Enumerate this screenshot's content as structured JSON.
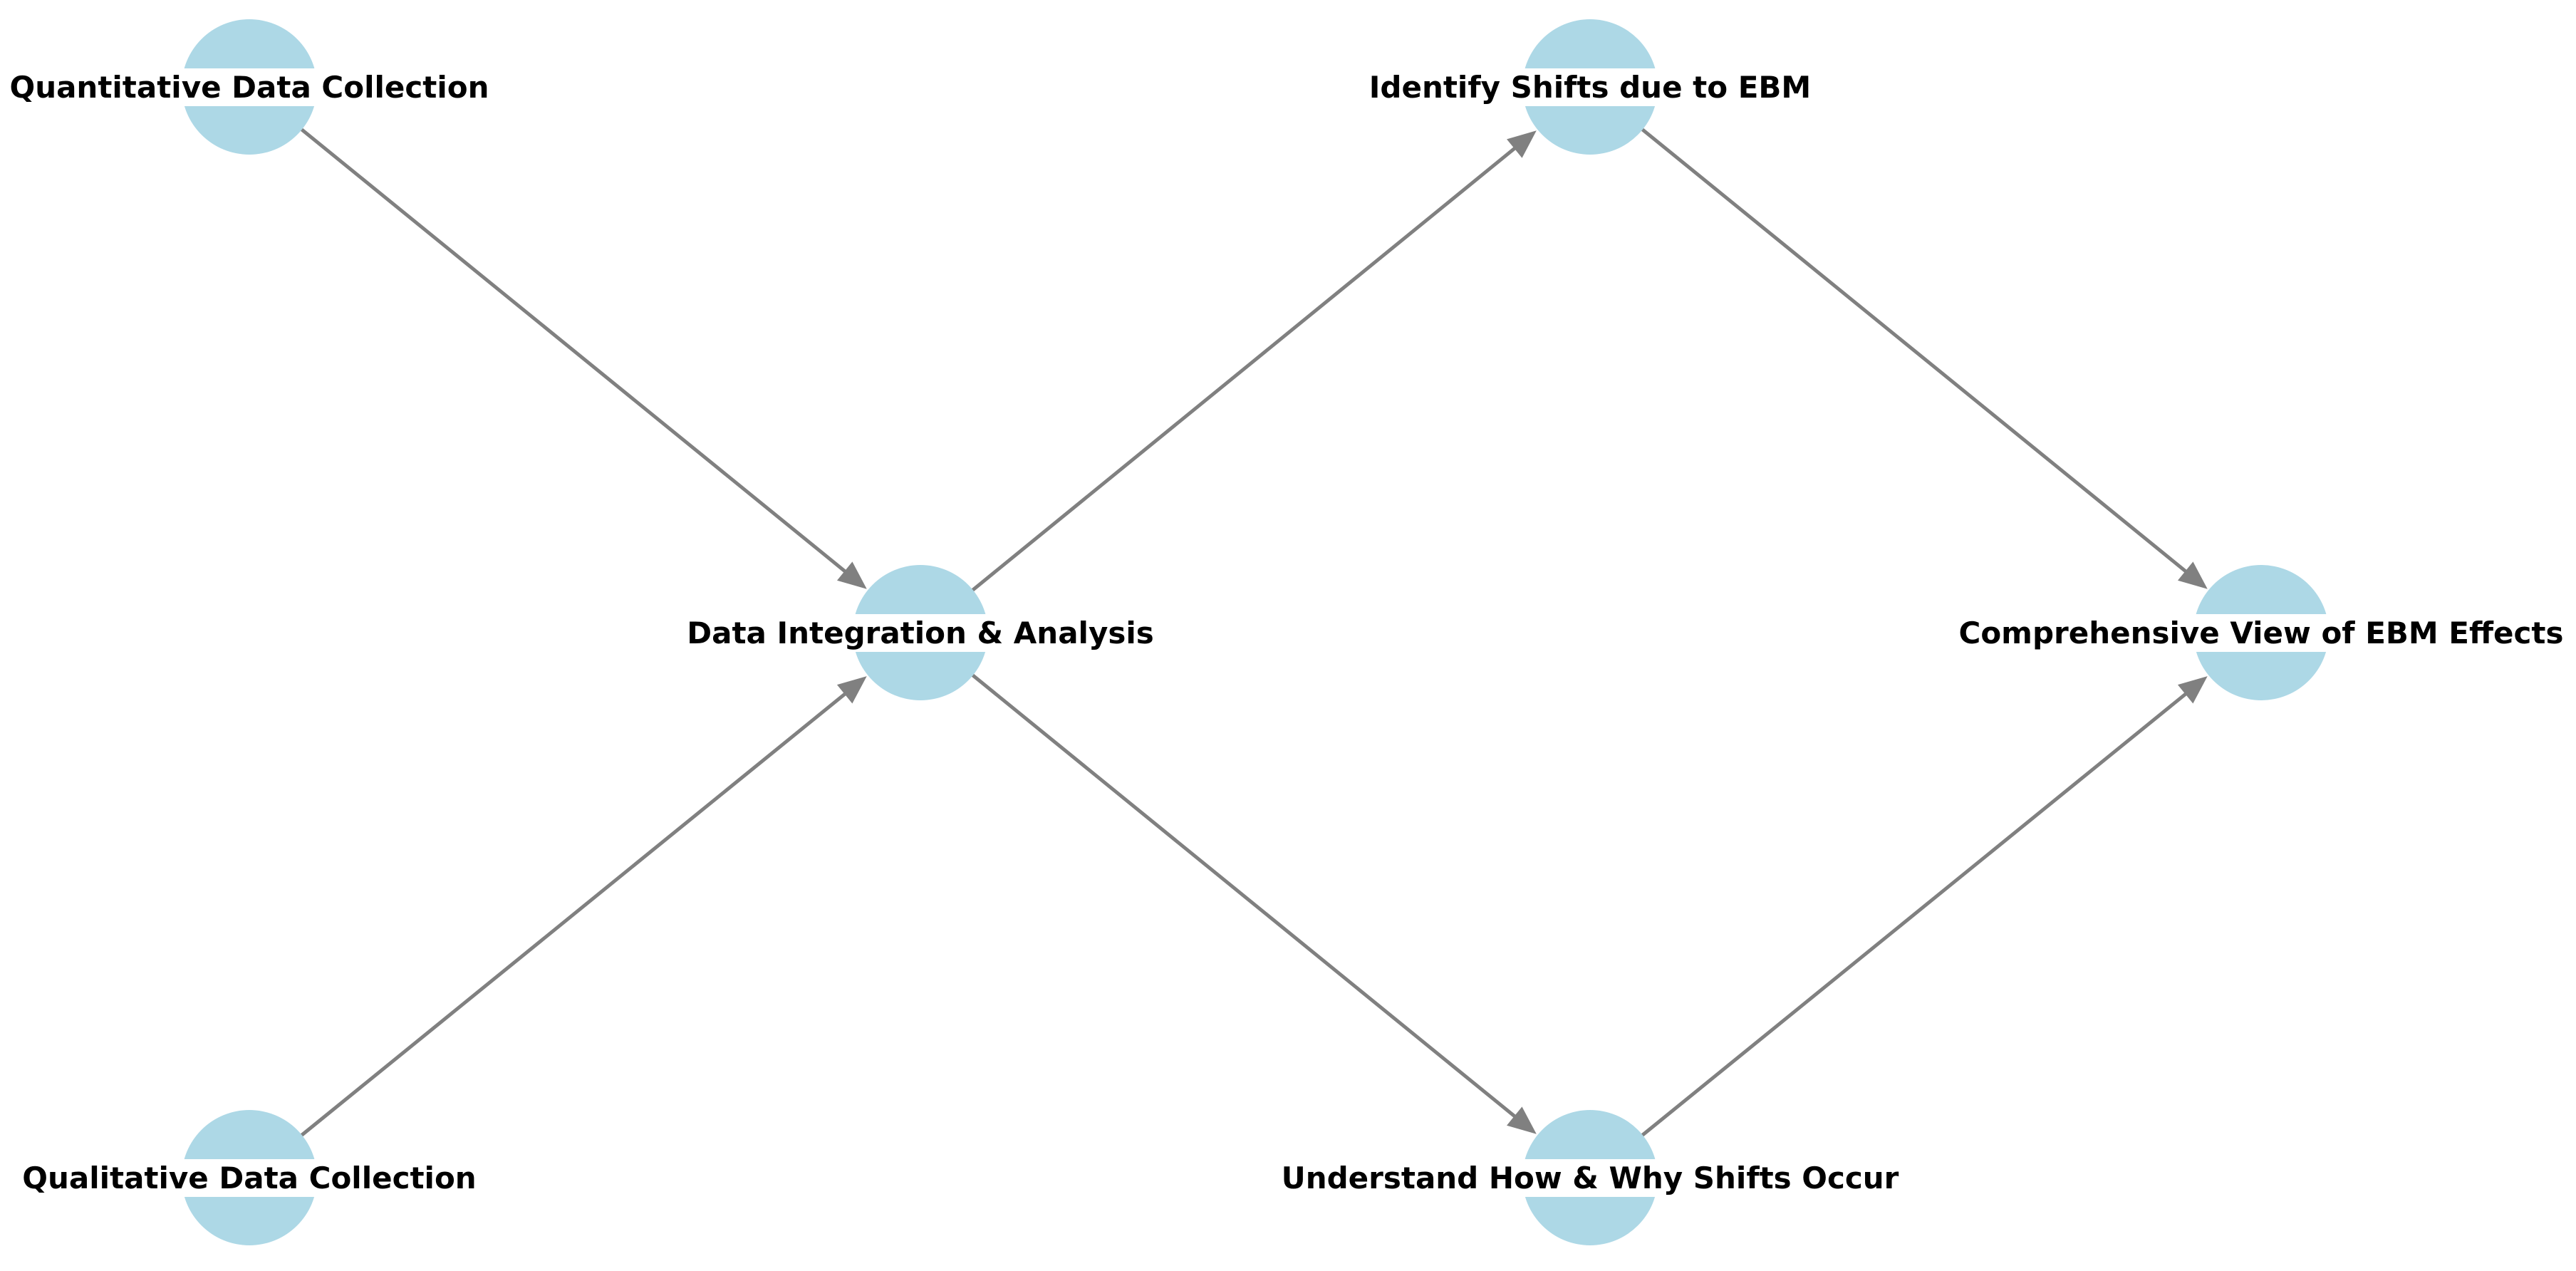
{
  "colors": {
    "node_fill": "#add8e6",
    "edge_stroke": "#808080",
    "label_text": "#000000",
    "background": "#ffffff"
  },
  "nodes": [
    {
      "id": "quant",
      "label": "Quantitative Data Collection"
    },
    {
      "id": "qual",
      "label": "Qualitative Data Collection"
    },
    {
      "id": "integ",
      "label": "Data Integration & Analysis"
    },
    {
      "id": "identify",
      "label": "Identify Shifts due to EBM"
    },
    {
      "id": "understand",
      "label": "Understand How & Why Shifts Occur"
    },
    {
      "id": "comprehensive",
      "label": "Comprehensive View of EBM Effects"
    }
  ],
  "edges": [
    {
      "from": "quant",
      "to": "integ"
    },
    {
      "from": "qual",
      "to": "integ"
    },
    {
      "from": "integ",
      "to": "identify"
    },
    {
      "from": "integ",
      "to": "understand"
    },
    {
      "from": "identify",
      "to": "comprehensive"
    },
    {
      "from": "understand",
      "to": "comprehensive"
    }
  ]
}
